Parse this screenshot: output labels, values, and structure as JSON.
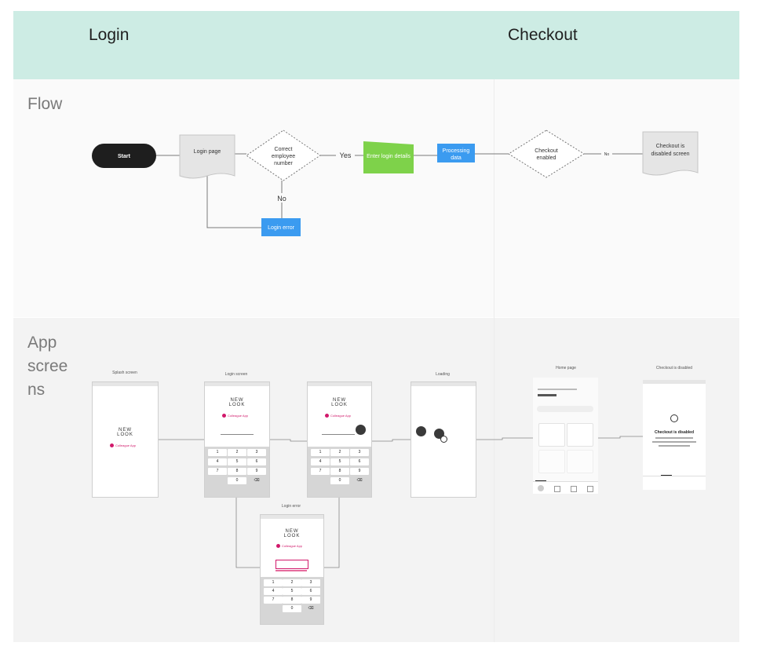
{
  "header": {
    "col_login": "Login",
    "col_checkout": "Checkout"
  },
  "lanes": {
    "flow": "Flow",
    "app_screens": "App screens"
  },
  "flow": {
    "start": "Start",
    "login_page": "Login page",
    "correct_employee": [
      "Correct",
      "employee",
      "number"
    ],
    "yes": "Yes",
    "no": "No",
    "login_error": "Login error",
    "enter_login_details": "Enter login details",
    "processing": [
      "Processing",
      "data"
    ],
    "checkout_enabled": [
      "Checkout",
      "enabled"
    ],
    "no_small": "No",
    "checkout_disabled": [
      "Checkout is",
      "disabled screen"
    ]
  },
  "screens": {
    "splash": {
      "title": "Splash screen"
    },
    "login": {
      "title": "Login screen"
    },
    "loading": {
      "title": "Loading"
    },
    "home": {
      "title": "Home page"
    },
    "checkout_disabled": {
      "title": "Checkout is disabled",
      "message": "Checkout is disabled"
    },
    "login_error": {
      "title": "Login error"
    },
    "logo": [
      "NEW",
      "LOOK"
    ],
    "brand": "Colleague App",
    "keys": [
      "1",
      "2",
      "3",
      "4",
      "5",
      "6",
      "7",
      "8",
      "9",
      "0",
      "⌫"
    ]
  },
  "colors": {
    "header_band": "#cdece4",
    "start_fill": "#1e1e1e",
    "process_blue": "#3b9bf0",
    "input_green": "#7ed24a",
    "brand_pink": "#d1196b"
  }
}
